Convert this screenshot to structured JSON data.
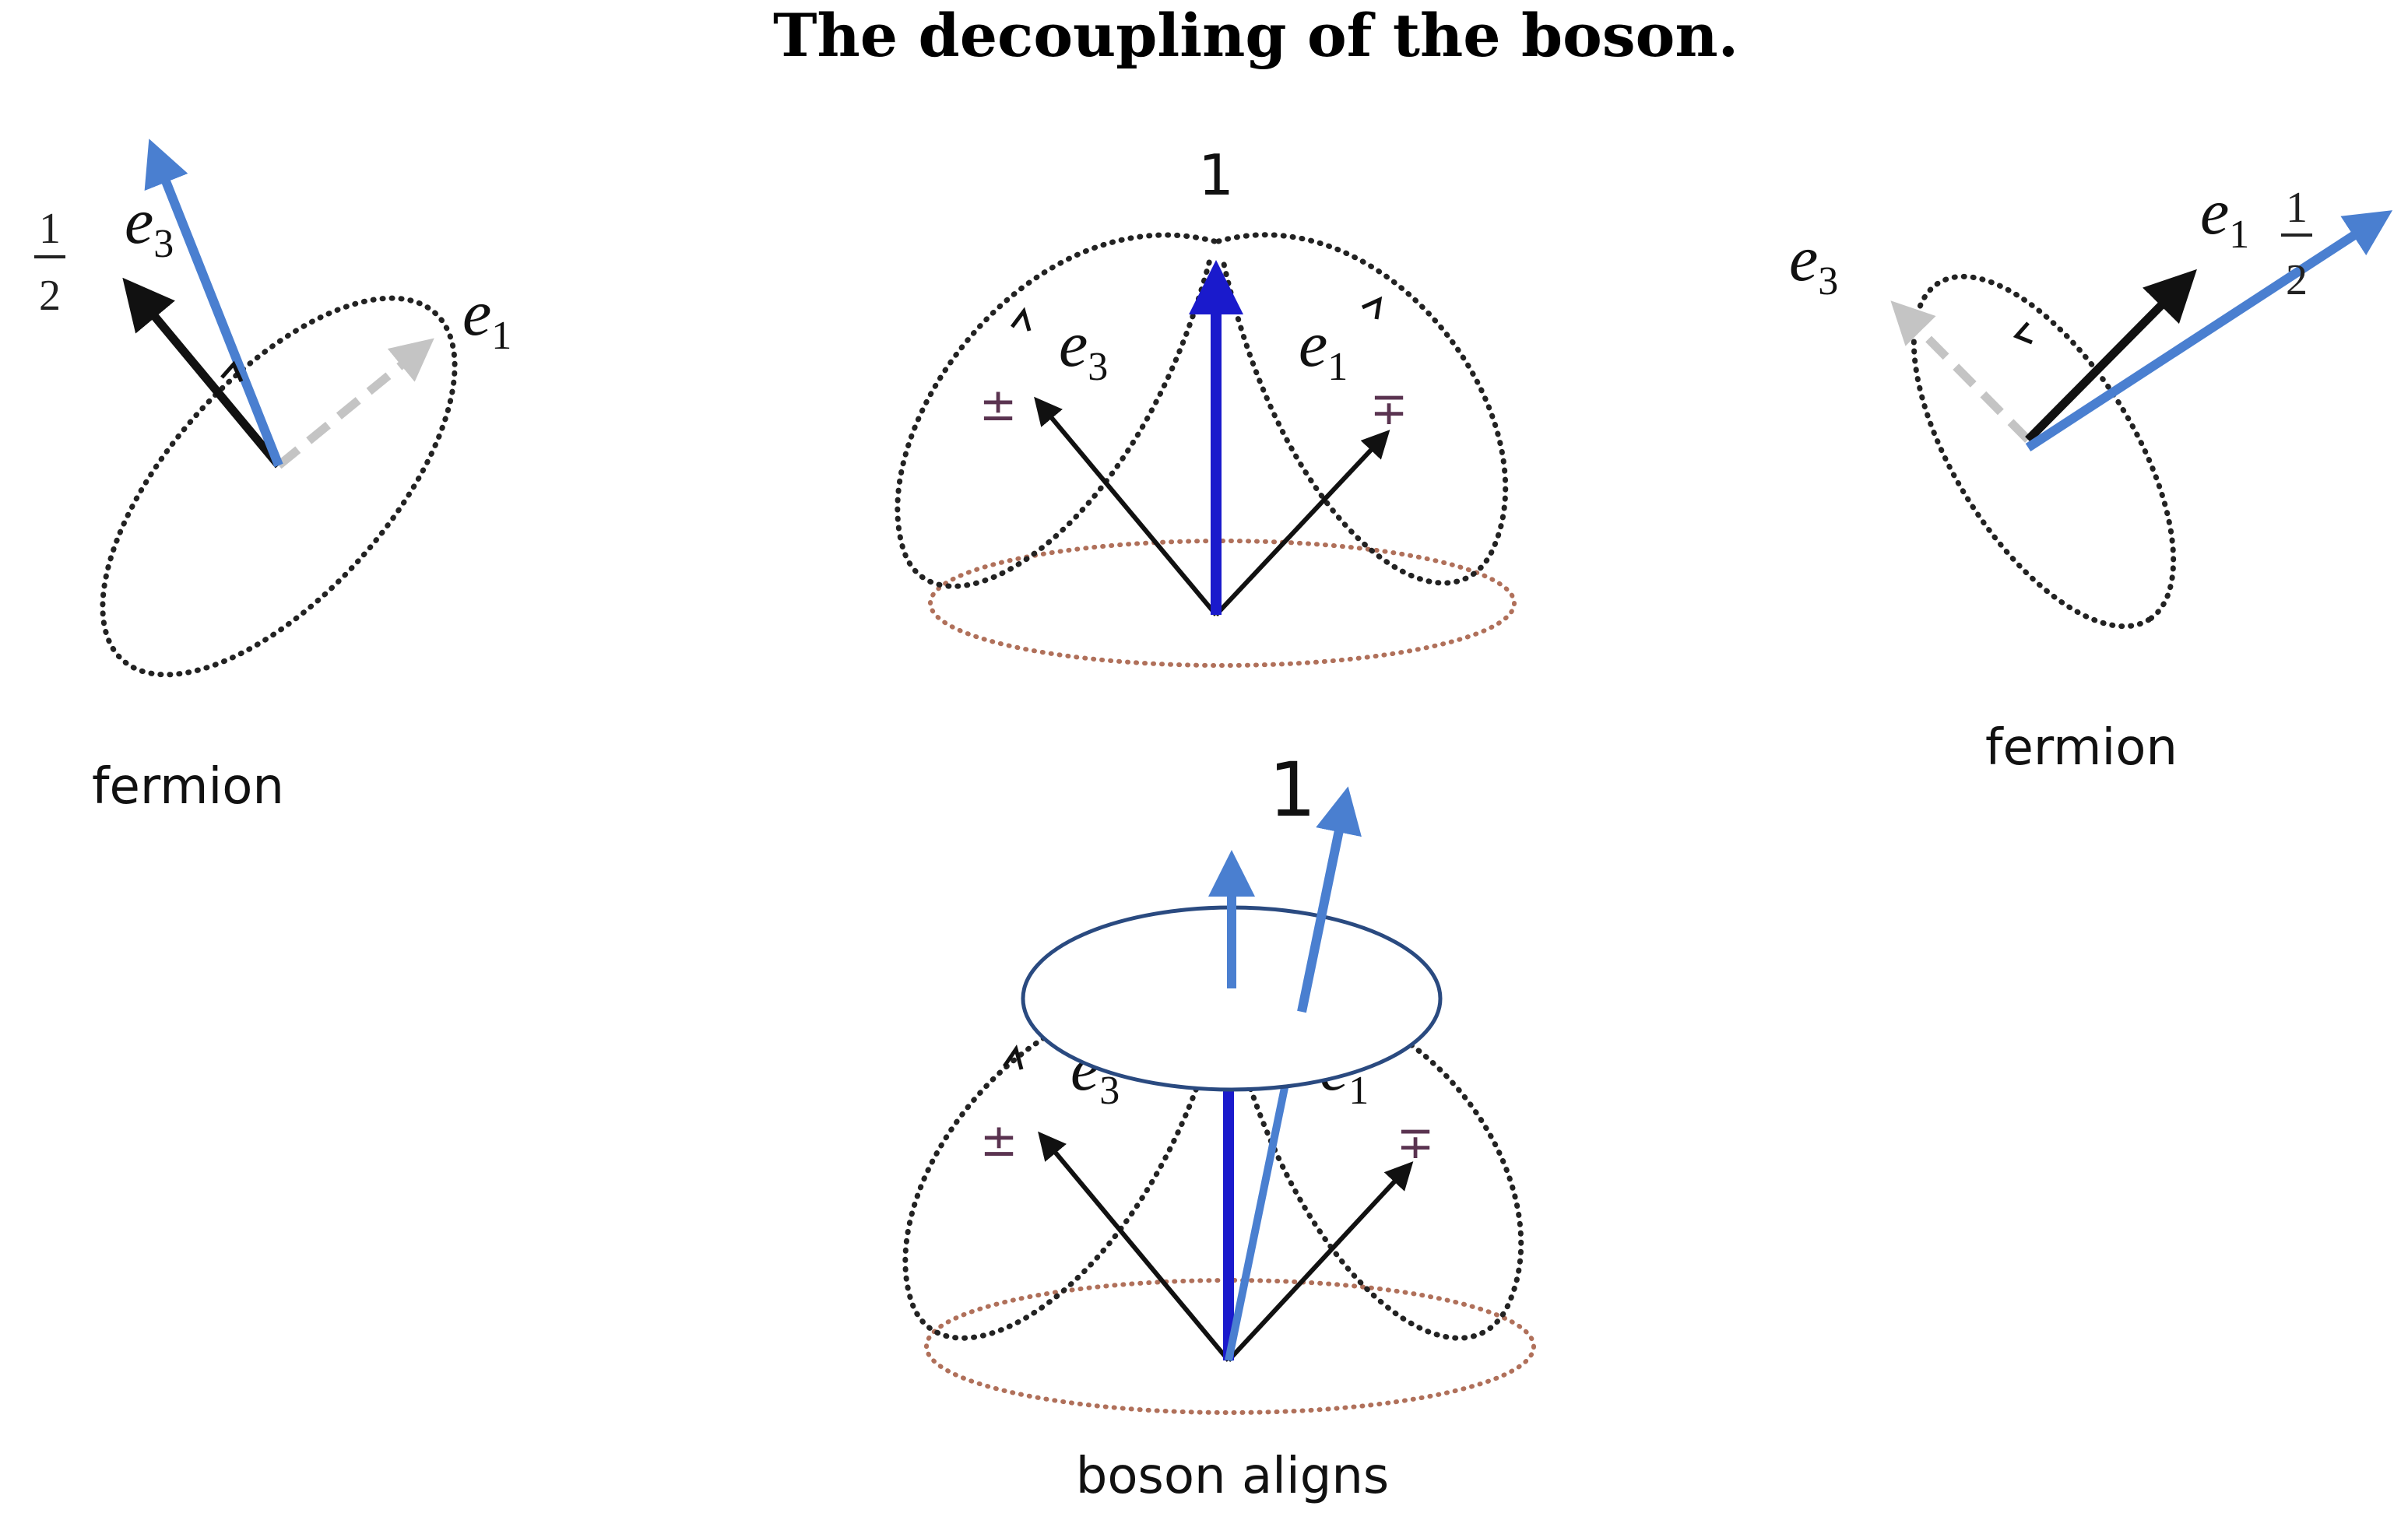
{
  "title": "The decoupling of the boson.",
  "panels": {
    "fermion_left": {
      "caption": "fermion",
      "spin_num": "1",
      "spin_den": "2",
      "e3_base": "e",
      "e3_sub": "3",
      "e1_base": "e",
      "e1_sub": "1"
    },
    "boson_top": {
      "spin": "1",
      "e3_base": "e",
      "e3_sub": "3",
      "e1_base": "e",
      "e1_sub": "1",
      "left_sign": "±",
      "right_sign": "∓"
    },
    "fermion_right": {
      "caption": "fermion",
      "spin_num": "1",
      "spin_den": "2",
      "e3_base": "e",
      "e3_sub": "3",
      "e1_base": "e",
      "e1_sub": "1"
    },
    "boson_bottom": {
      "caption": "boson aligns",
      "spin": "1",
      "e3_base": "e",
      "e3_sub": "3",
      "e1_base": "e",
      "e1_sub": "1",
      "left_sign": "±",
      "right_sign": "∓"
    }
  },
  "colors": {
    "spin_blue": "#4a7fd0",
    "vertical_blue": "#1a1acc",
    "black_vector": "#111111",
    "dashed_grey": "#c4c4c4",
    "brown_ring": "#b0705a"
  }
}
